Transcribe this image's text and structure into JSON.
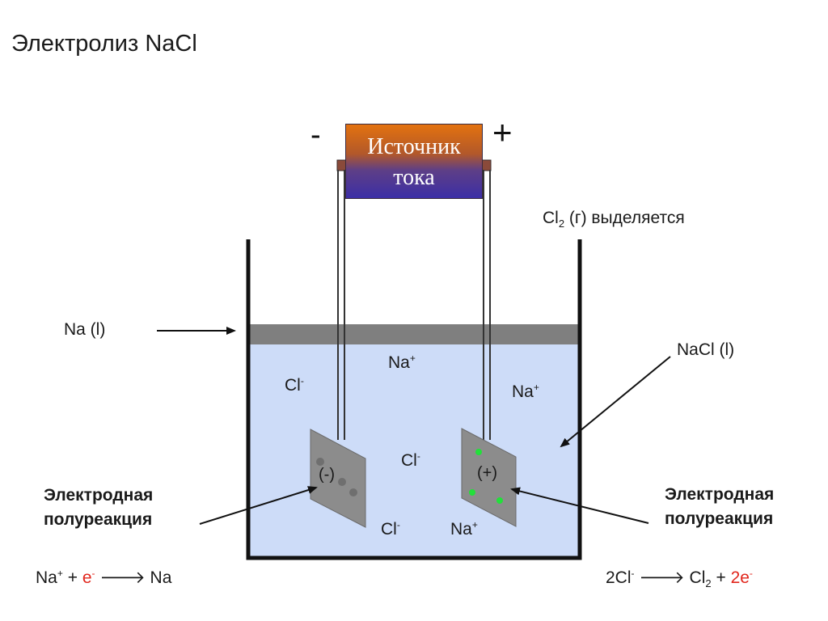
{
  "title": "Электролиз NaCl",
  "source": {
    "label_line1": "Источник",
    "label_line2": "тока",
    "minus": "-",
    "plus": "+"
  },
  "labels": {
    "cl2_prefix": "Cl",
    "cl2_sub": "2",
    "cl2_suffix": " (г) выделяется",
    "na_liquid": "Na (l)",
    "nacl_liquid": "NaCl (l)",
    "left_halfreaction_line1": "Электродная",
    "left_halfreaction_line2": "полуреакция",
    "right_halfreaction_line1": "Электродная",
    "right_halfreaction_line2": "полуреакция"
  },
  "electrodes": {
    "cathode_sign": "(-)",
    "anode_sign": "(+)"
  },
  "ions": [
    {
      "symbol": "Cl",
      "charge": "-"
    },
    {
      "symbol": "Na",
      "charge": "+"
    },
    {
      "symbol": "Na",
      "charge": "+"
    },
    {
      "symbol": "Cl",
      "charge": "-"
    },
    {
      "symbol": "Cl",
      "charge": "-"
    },
    {
      "symbol": "Na",
      "charge": "+"
    }
  ],
  "equations": {
    "cathode": {
      "na": "Na",
      "na_charge": "+",
      "plus": "+",
      "e": "e",
      "e_charge": "-",
      "arrow": "🡒",
      "product": "Na"
    },
    "anode": {
      "reactant": "2Cl",
      "reactant_charge": "-",
      "arrow": "🡒",
      "product": "Cl",
      "product_sub": "2",
      "plus": "+",
      "e": "2e",
      "e_charge": "-"
    }
  },
  "colors": {
    "electrolyte": "#cddcf8",
    "sodium_layer": "#7f7f7f",
    "electrode": "#8c8c8c",
    "gas_bubble": "#22e03a",
    "electron": "#e1261c"
  }
}
